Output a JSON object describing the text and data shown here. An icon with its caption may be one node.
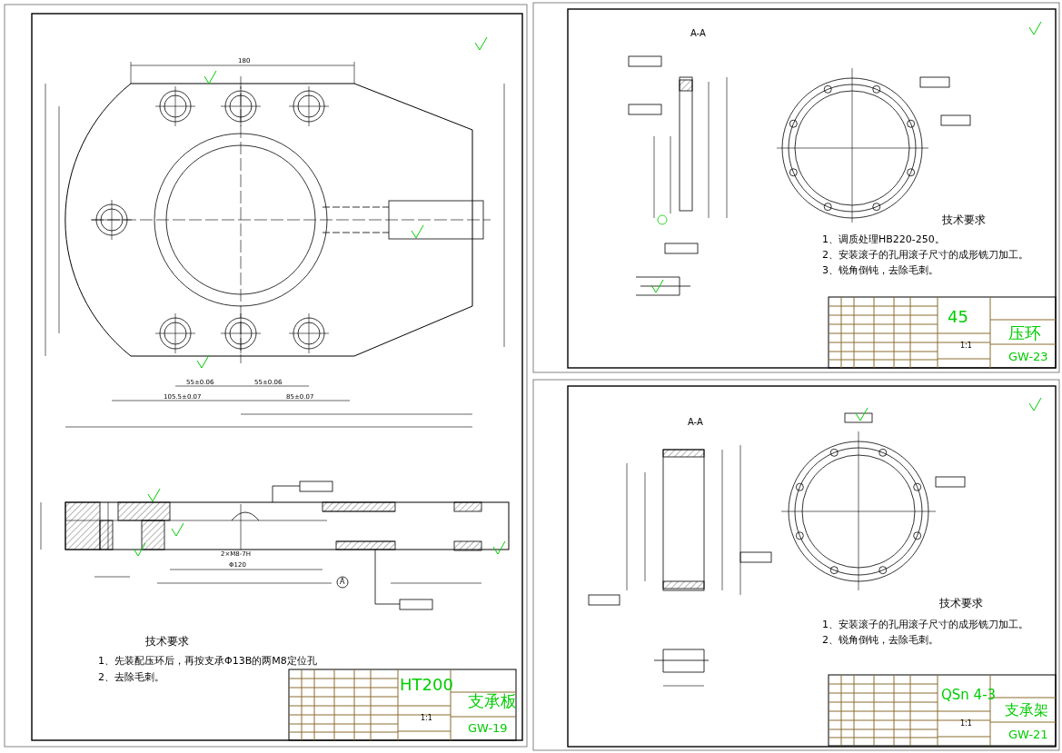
{
  "diagram": {
    "labels": [
      "180",
      "55±0.06",
      "55±0.06",
      "105.5±0.07",
      "85±0.07",
      "Φ120",
      "2×M8-7H",
      "A",
      "技术要求",
      "1、先装配压环后，再按支承Φ13B的两M8定位孔",
      "2、去除毛刺。",
      "HT200",
      "支承板",
      "GW-19",
      "1:1",
      "A-A",
      "技术要求",
      "1、调质处理HB220-250。",
      "2、安装滚子的孔用滚子尺寸的成形铣刀加工。",
      "3、锐角倒钝，去除毛刺。",
      "45",
      "压环",
      "GW-23",
      "1:1",
      "A-A",
      "技术要求",
      "1、安装滚子的孔用滚子尺寸的成形铣刀加工。",
      "2、锐角倒钝，去除毛刺。",
      "QSn 4-3",
      "支承架",
      "GW-21",
      "1:1"
    ]
  }
}
